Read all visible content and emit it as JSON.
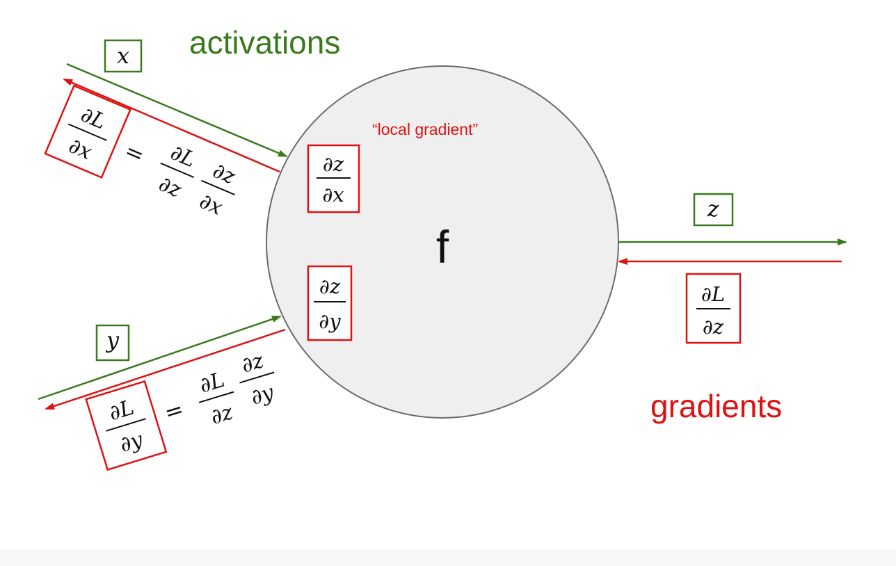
{
  "labels": {
    "activations": "activations",
    "gradients": "gradients",
    "local_gradient": "“local gradient”",
    "node": "f"
  },
  "variables": {
    "x": "x",
    "y": "y",
    "z": "z"
  },
  "fractions": {
    "dz_dx": {
      "num": "∂z",
      "den": "∂x"
    },
    "dz_dy": {
      "num": "∂z",
      "den": "∂y"
    },
    "dL_dz": {
      "num": "∂L",
      "den": "∂z"
    },
    "dL_dx": {
      "num": "∂L",
      "den": "∂x"
    },
    "dL_dy": {
      "num": "∂L",
      "den": "∂y"
    }
  },
  "equations": {
    "x_eq": {
      "equals": "=",
      "t1_num": "∂L",
      "t1_den": "∂z",
      "t2_num": "∂z",
      "t2_den": "∂x"
    },
    "y_eq": {
      "equals": "=",
      "t1_num": "∂L",
      "t1_den": "∂z",
      "t2_num": "∂z",
      "t2_den": "∂y"
    }
  },
  "colors": {
    "activation": "#3a7a1e",
    "gradient": "#e01010",
    "node_fill": "#efefef",
    "node_stroke": "#6b6b6b",
    "text": "#111111"
  }
}
